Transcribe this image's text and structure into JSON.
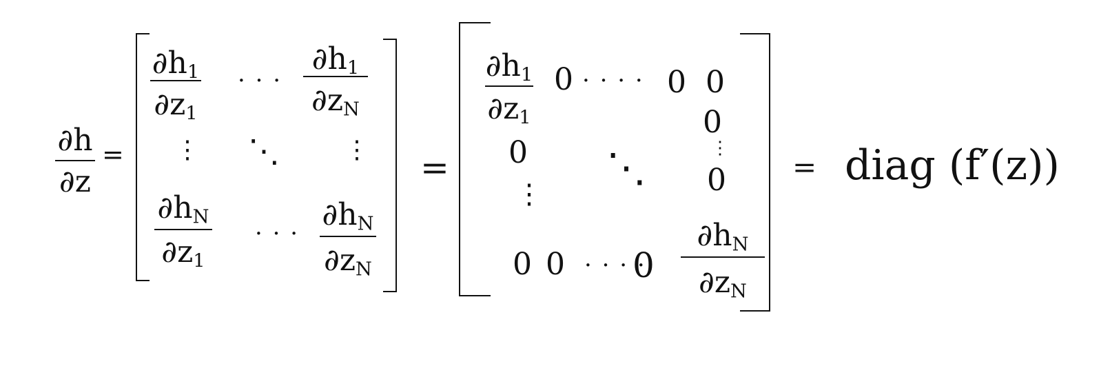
{
  "lhs": {
    "num": "∂h",
    "den": "∂z"
  },
  "equals": "=",
  "matrix_a": {
    "row1": [
      {
        "num": "∂h",
        "num_sub": "1",
        "den": "∂z",
        "den_sub": "1"
      },
      {
        "num": "∂h",
        "num_sub": "1",
        "den": "∂z",
        "den_sub": "N"
      }
    ],
    "row2": [
      {
        "num": "∂h",
        "num_sub": "N",
        "den": "∂z",
        "den_sub": "1"
      },
      {
        "num": "∂h",
        "num_sub": "N",
        "den": "∂z",
        "den_sub": "N"
      }
    ],
    "hdots": "· · ·",
    "vdots": "⋮",
    "ddots": "⋱"
  },
  "matrix_b": {
    "top_left": {
      "num": "∂h",
      "num_sub": "1",
      "den": "∂z",
      "den_sub": "1"
    },
    "bottom_right": {
      "num": "∂h",
      "num_sub": "N",
      "den": "∂z",
      "den_sub": "N"
    },
    "zero": "0",
    "hdots": "· · · ·",
    "vdots": "⋮",
    "ddots": "⋱"
  },
  "rhs": "diag (f′(z))"
}
